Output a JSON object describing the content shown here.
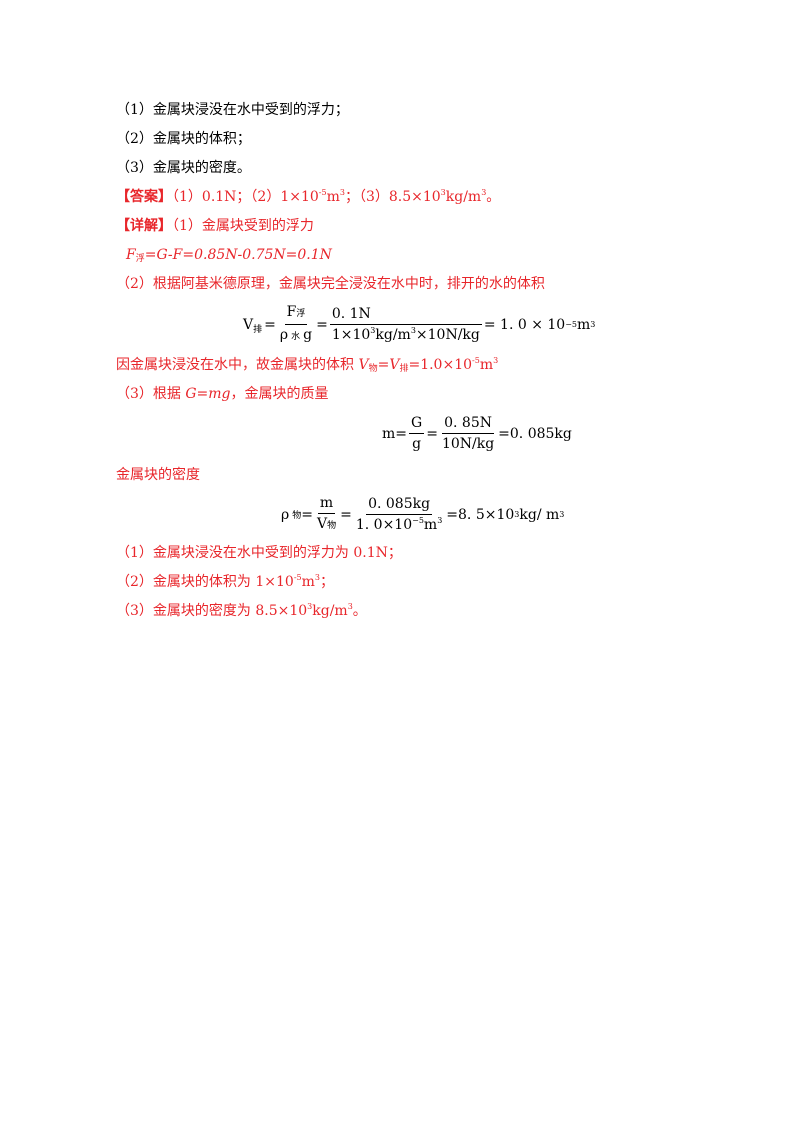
{
  "questions": {
    "q1": "（1）金属块浸没在水中受到的浮力；",
    "q2": "（2）金属块的体积；",
    "q3": "（3）金属块的密度。"
  },
  "answer": {
    "tag": "【答案】",
    "p1": "（1）0.1N；（2）1×10",
    "e1": "-5",
    "p2": "m",
    "e2": "3",
    "p3": "；（3）8.5×10",
    "e3": "3",
    "p4": "kg/m",
    "e4": "3",
    "p5": "。"
  },
  "detail": {
    "tag": "【详解】",
    "s1": "（1）金属块受到的浮力",
    "buoy_F": "F",
    "buoy_sub": "浮",
    "buoy_rest": "=G-F=0.85N-0.75N=0.1N",
    "s2": "（2）根据阿基米德原理，金属块完全浸没在水中时，排开的水的体积",
    "vol_sentence_a": "因金属块浸没在水中，故金属块的体积 ",
    "vol_V1": "V",
    "vol_sub1": "物",
    "vol_eq": "=",
    "vol_V2": "V",
    "vol_sub2": "排",
    "vol_val": "=1.0×10",
    "vol_exp": "-5",
    "vol_unit": "m",
    "vol_unit_exp": "3",
    "s3a": "（3）根据 ",
    "s3b": "G=mg",
    "s3c": "，金属块的质量",
    "density_label": "金属块的密度"
  },
  "formula1": {
    "V": "V",
    "V_sub": "排",
    "eq": "=",
    "num1_F": "F",
    "num1_sub": "浮",
    "den1_rho": "ρ",
    "den1_sub": "水",
    "den1_g": "g",
    "eq2": "=",
    "num2": "0. 1N",
    "den2_a": "1×10",
    "den2_exp": "3",
    "den2_b": "kg/m",
    "den2_exp2": "3",
    "den2_c": "×10N/kg",
    "eq3": "= 1. 0 × 10",
    "res_exp": "−5",
    "res_unit": "m",
    "res_unit_exp": "3"
  },
  "formula2": {
    "m": "m=",
    "num1": "G",
    "den1": "g",
    "eq": "=",
    "num2": "0. 85N",
    "den2": "10N/kg",
    "result": "=0. 085kg"
  },
  "formula3": {
    "rho": "ρ",
    "rho_sub": "物",
    "eq": "=",
    "num1": "m",
    "den1": "V",
    "den1_sub": "物",
    "eq2": "=",
    "num2": "0. 085kg",
    "den2_a": "1. 0×10",
    "den2_exp": "−5",
    "den2_b": "m",
    "den2_exp2": "3",
    "result_a": "=8. 5×10",
    "result_exp": "3",
    "result_b": "kg/ m",
    "result_exp2": "3"
  },
  "conclusions": {
    "c1": "（1）金属块浸没在水中受到的浮力为 0.1N；",
    "c2a": "（2）金属块的体积为 1×10",
    "c2e": "-5",
    "c2b": "m",
    "c2e2": "3",
    "c2c": "；",
    "c3a": "（3）金属块的密度为 8.5×10",
    "c3e": "3",
    "c3b": "kg/m",
    "c3e2": "3",
    "c3c": "。"
  }
}
